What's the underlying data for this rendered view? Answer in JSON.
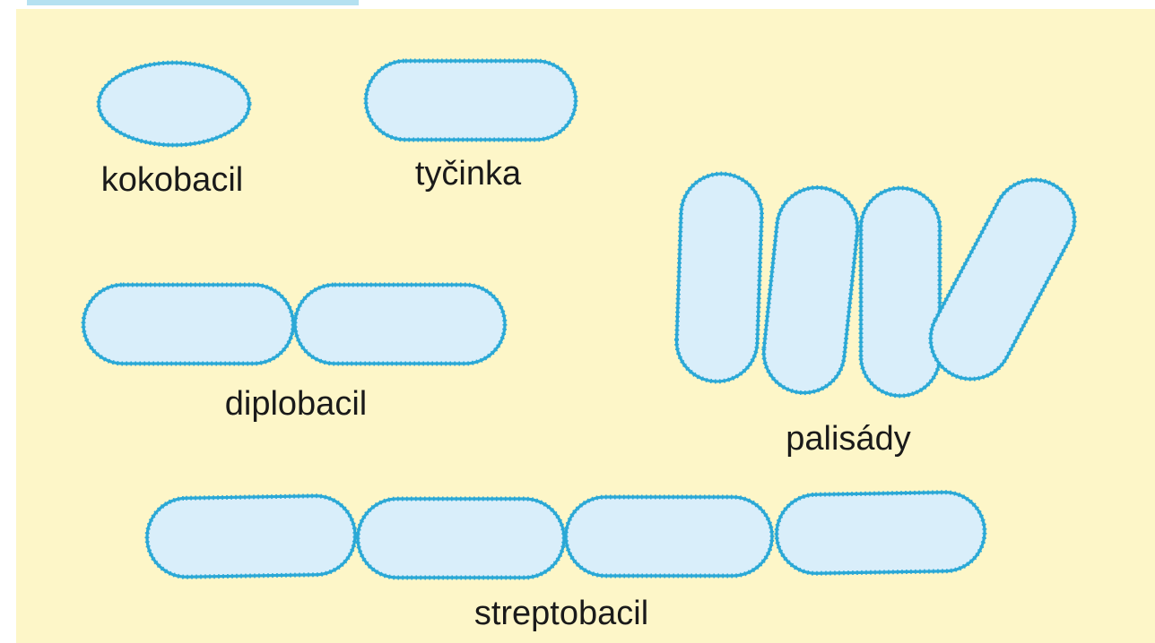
{
  "colors": {
    "background": "#fdf6c8",
    "cell_fill": "#d9eefa",
    "cell_outline": "#2aa8d6"
  },
  "labels": {
    "kokobacil": "kokobacil",
    "tycinka": "tyčinka",
    "diplobacil": "diplobacil",
    "palisady": "palisády",
    "streptobacil": "streptobacil"
  }
}
